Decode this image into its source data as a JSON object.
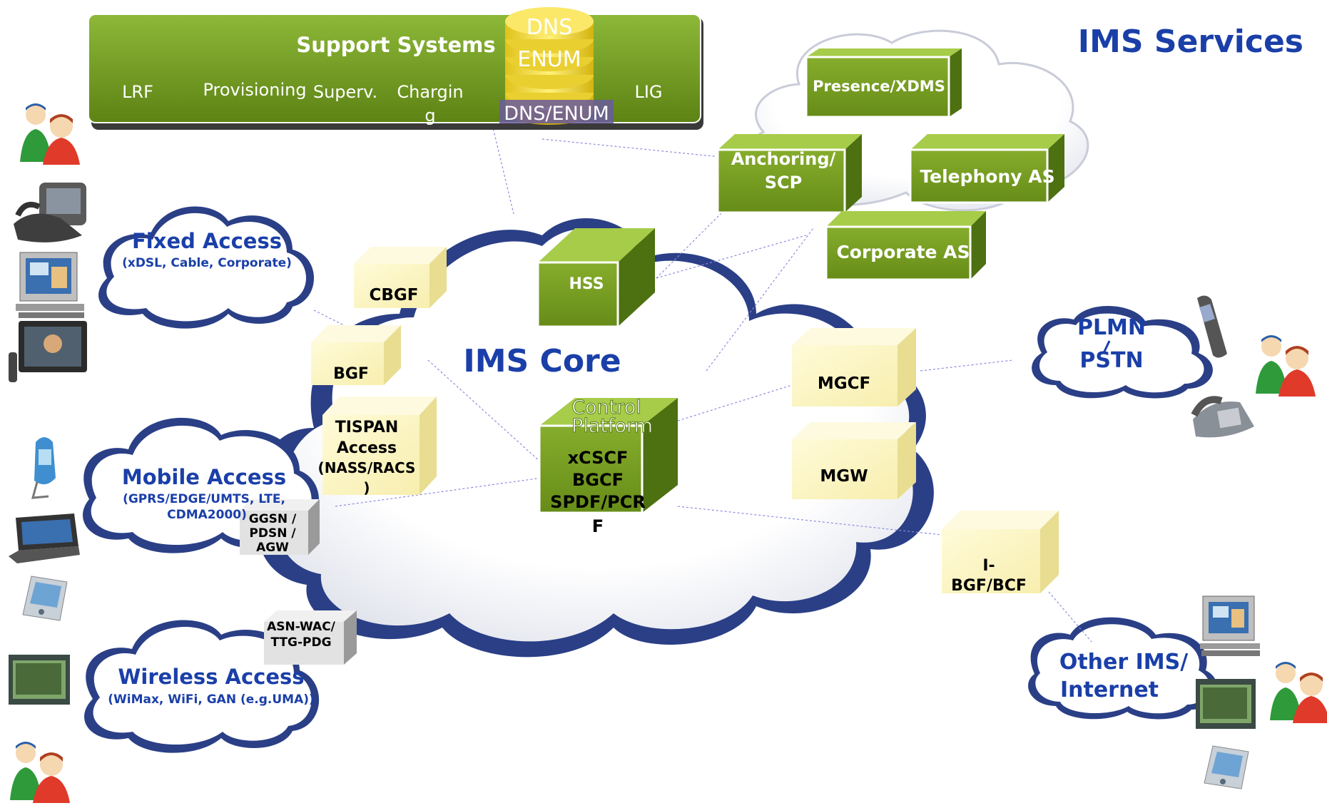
{
  "title": "IMS Services",
  "core_label": "IMS Core",
  "support": {
    "title": "Support Systems",
    "items": [
      "LRF",
      "Provisioning",
      "Superv.",
      "Chargin",
      "g",
      "LIG"
    ],
    "db_lines": [
      "DNS",
      "ENUM"
    ],
    "db_caption": "DNS/ENUM"
  },
  "services": [
    "Presence/XDMS",
    "Anchoring/",
    "SCP",
    "Telephony AS",
    "Corporate AS"
  ],
  "core_boxes": {
    "hss": "HSS",
    "cbgf": "CBGF",
    "bgf": "BGF",
    "tispan": [
      "TISPAN",
      "Access",
      "(NASS/RACS",
      ")"
    ],
    "control_top": [
      "Control",
      "Platform"
    ],
    "control_front": [
      "xCSCF",
      "BGCF",
      "SPDF/PCR",
      "F"
    ],
    "mgcf": "MGCF",
    "mgw": "MGW",
    "ibgf": [
      "I-",
      "BGF/BCF"
    ]
  },
  "gateways": {
    "ggsn": [
      "GGSN /",
      "PDSN /",
      "AGW"
    ],
    "asn": [
      "ASN-WAC/",
      "TTG-PDG"
    ]
  },
  "access": {
    "fixed": {
      "title": "Fixed Access",
      "sub": "(xDSL, Cable, Corporate)"
    },
    "mobile": {
      "title": "Mobile Access",
      "sub1": "(GPRS/EDGE/UMTS, LTE,",
      "sub2": "CDMA2000)"
    },
    "wireless": {
      "title": "Wireless Access",
      "sub": "(WiMax, WiFi, GAN (e.g.UMA))"
    },
    "plmn": [
      "PLMN",
      "PSTN"
    ],
    "other": [
      "Other IMS/",
      "Internet"
    ]
  },
  "colors": {
    "accent_blue": "#1a3fa8",
    "green_dark": "#5a7d15",
    "green_mid": "#80a828",
    "yellow": "#fbf5bf",
    "cloud_shadow": "#2a3f86"
  },
  "icons": [
    "users-icon",
    "videophone-icon",
    "pc-icon",
    "tv-icon",
    "mobile-phone-icon",
    "laptop-icon",
    "pda-icon",
    "tablet-icon",
    "desk-phone-icon"
  ]
}
